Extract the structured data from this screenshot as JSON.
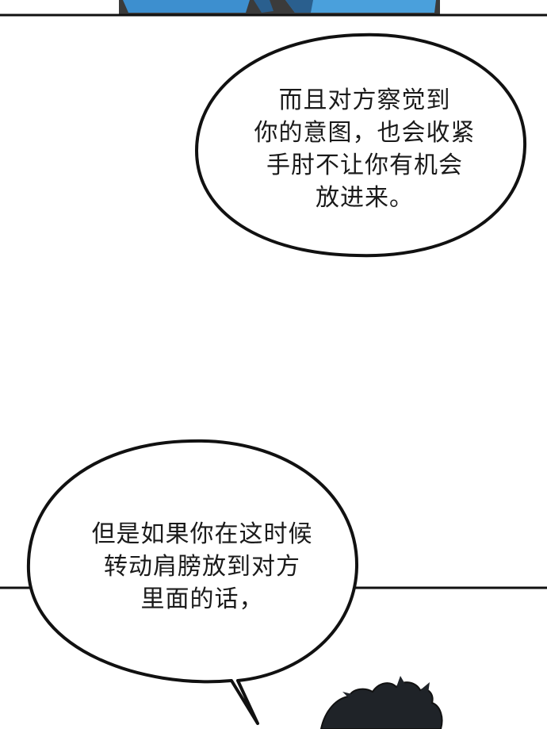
{
  "bubbles": [
    {
      "lines": [
        "而且对方察觉到",
        "你的意图，也会收紧",
        "手肘不让你有机会",
        "放进来。"
      ]
    },
    {
      "lines": [
        "但是如果你在这时候",
        "转动肩膀放到对方",
        "里面的话，"
      ]
    }
  ],
  "colors": {
    "ink": "#111111",
    "shirt": "#3d8fcf",
    "shirt_dark": "#2a5f8e",
    "hair": "#1f2328",
    "top_panel_bg": "#5a5a5a"
  }
}
